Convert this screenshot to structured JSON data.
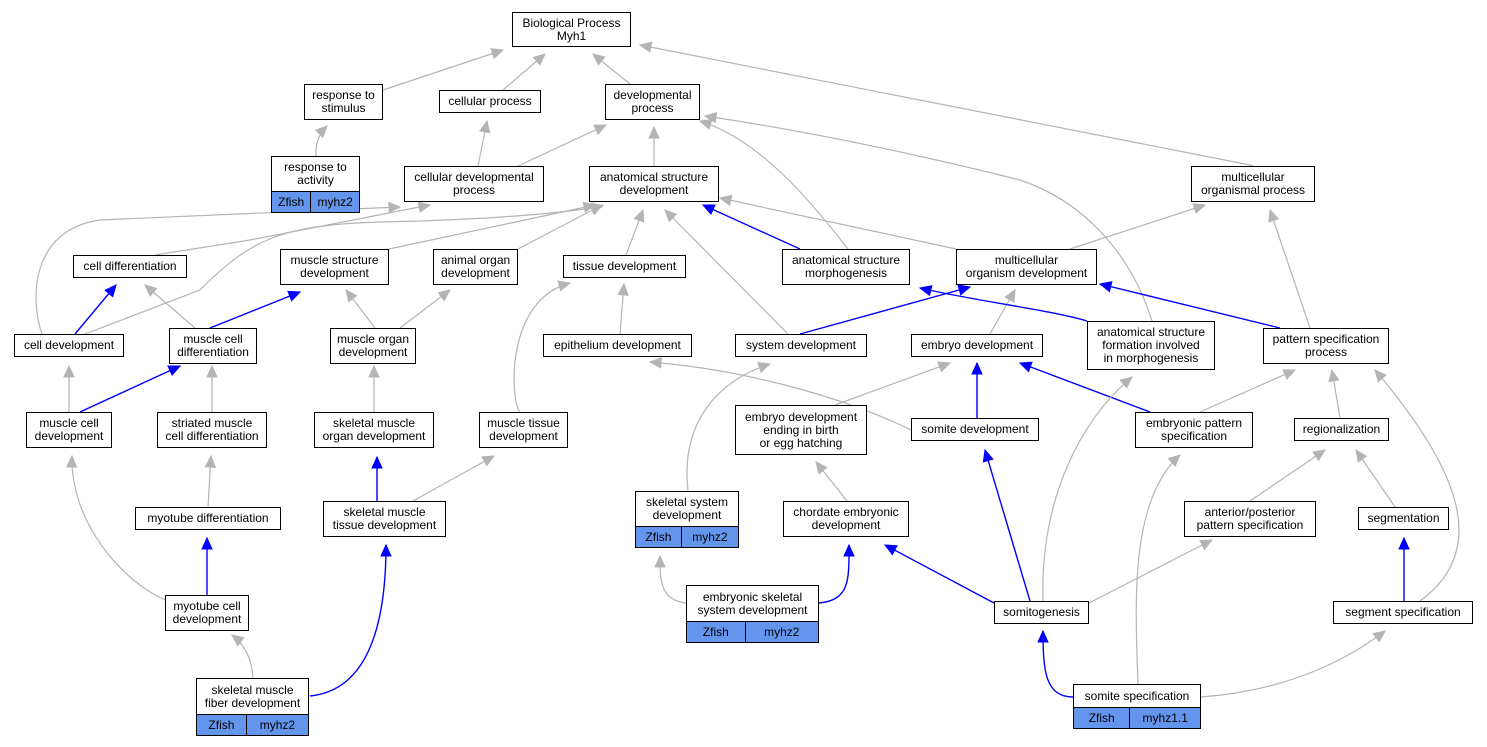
{
  "nodes": [
    {
      "id": "bp",
      "label": "Biological Process\nMyh1"
    },
    {
      "id": "rts",
      "label": "response to\nstimulus"
    },
    {
      "id": "cp",
      "label": "cellular process"
    },
    {
      "id": "dp",
      "label": "developmental\nprocess"
    },
    {
      "id": "rta",
      "label": "response to\nactivity",
      "annotations": [
        "Zfish",
        "myhz2"
      ]
    },
    {
      "id": "cdp",
      "label": "cellular developmental\nprocess"
    },
    {
      "id": "asd",
      "label": "anatomical structure\ndevelopment"
    },
    {
      "id": "mop",
      "label": "multicellular\norganismal process"
    },
    {
      "id": "cdiff",
      "label": "cell differentiation"
    },
    {
      "id": "msd",
      "label": "muscle structure\ndevelopment"
    },
    {
      "id": "aod",
      "label": "animal organ\ndevelopment"
    },
    {
      "id": "td",
      "label": "tissue development"
    },
    {
      "id": "asm",
      "label": "anatomical structure\nmorphogenesis"
    },
    {
      "id": "mod",
      "label": "multicellular\norganism development"
    },
    {
      "id": "cdev",
      "label": "cell development"
    },
    {
      "id": "mcd",
      "label": "muscle cell\ndifferentiation"
    },
    {
      "id": "mod2",
      "label": "muscle organ\ndevelopment"
    },
    {
      "id": "epd",
      "label": "epithelium development"
    },
    {
      "id": "sd",
      "label": "system development"
    },
    {
      "id": "ed",
      "label": "embryo development"
    },
    {
      "id": "asfm",
      "label": "anatomical structure\nformation involved\nin morphogenesis"
    },
    {
      "id": "psp",
      "label": "pattern specification\nprocess"
    },
    {
      "id": "mcdev",
      "label": "muscle cell\ndevelopment"
    },
    {
      "id": "smcd",
      "label": "striated muscle\ncell differentiation"
    },
    {
      "id": "smod",
      "label": "skeletal muscle\norgan development"
    },
    {
      "id": "mtd",
      "label": "muscle tissue\ndevelopment"
    },
    {
      "id": "edeb",
      "label": "embryo development\nending in birth\nor egg hatching"
    },
    {
      "id": "somd",
      "label": "somite development"
    },
    {
      "id": "eps",
      "label": "embryonic pattern\nspecification"
    },
    {
      "id": "reg",
      "label": "regionalization"
    },
    {
      "id": "myod",
      "label": "myotube differentiation"
    },
    {
      "id": "smtd",
      "label": "skeletal muscle\ntissue development"
    },
    {
      "id": "ssd",
      "label": "skeletal system\ndevelopment",
      "annotations": [
        "Zfish",
        "myhz2"
      ]
    },
    {
      "id": "ced",
      "label": "chordate embryonic\ndevelopment"
    },
    {
      "id": "apps",
      "label": "anterior/posterior\npattern specification"
    },
    {
      "id": "seg",
      "label": "segmentation"
    },
    {
      "id": "mcdv",
      "label": "myotube cell\ndevelopment"
    },
    {
      "id": "essd",
      "label": "embryonic skeletal\nsystem development",
      "annotations": [
        "Zfish",
        "myhz2"
      ]
    },
    {
      "id": "somg",
      "label": "somitogenesis"
    },
    {
      "id": "segs",
      "label": "segment specification"
    },
    {
      "id": "smfd",
      "label": "skeletal muscle\nfiber development",
      "annotations": [
        "Zfish",
        "myhz2"
      ]
    },
    {
      "id": "soms",
      "label": "somite specification",
      "annotations": [
        "Zfish",
        "myhz1.1"
      ]
    }
  ],
  "edges": [
    {
      "from": "rts",
      "to": "bp",
      "type": "is_a"
    },
    {
      "from": "cp",
      "to": "bp",
      "type": "is_a"
    },
    {
      "from": "dp",
      "to": "bp",
      "type": "is_a"
    },
    {
      "from": "mop",
      "to": "bp",
      "type": "is_a"
    },
    {
      "from": "rta",
      "to": "rts",
      "type": "is_a"
    },
    {
      "from": "cdp",
      "to": "cp",
      "type": "is_a"
    },
    {
      "from": "cdp",
      "to": "dp",
      "type": "is_a"
    },
    {
      "from": "asd",
      "to": "dp",
      "type": "is_a"
    },
    {
      "from": "asm",
      "to": "dp",
      "type": "is_a"
    },
    {
      "from": "asfm",
      "to": "dp",
      "type": "is_a"
    },
    {
      "from": "cdiff",
      "to": "cdp",
      "type": "is_a"
    },
    {
      "from": "cdev",
      "to": "cdp",
      "type": "is_a"
    },
    {
      "from": "msd",
      "to": "asd",
      "type": "is_a"
    },
    {
      "from": "aod",
      "to": "asd",
      "type": "is_a"
    },
    {
      "from": "td",
      "to": "asd",
      "type": "is_a"
    },
    {
      "from": "sd",
      "to": "asd",
      "type": "is_a"
    },
    {
      "from": "mod",
      "to": "asd",
      "type": "is_a"
    },
    {
      "from": "cdev",
      "to": "asd",
      "type": "is_a"
    },
    {
      "from": "asm",
      "to": "asd",
      "type": "part_of"
    },
    {
      "from": "mod",
      "to": "mop",
      "type": "is_a"
    },
    {
      "from": "psp",
      "to": "mop",
      "type": "is_a"
    },
    {
      "from": "cdev",
      "to": "cdiff",
      "type": "part_of"
    },
    {
      "from": "mcd",
      "to": "cdiff",
      "type": "is_a"
    },
    {
      "from": "mcd",
      "to": "msd",
      "type": "part_of"
    },
    {
      "from": "mod2",
      "to": "msd",
      "type": "is_a"
    },
    {
      "from": "mod2",
      "to": "aod",
      "type": "is_a"
    },
    {
      "from": "epd",
      "to": "td",
      "type": "is_a"
    },
    {
      "from": "mtd",
      "to": "td",
      "type": "is_a"
    },
    {
      "from": "sd",
      "to": "mod",
      "type": "part_of"
    },
    {
      "from": "ed",
      "to": "mod",
      "type": "is_a"
    },
    {
      "from": "asfm",
      "to": "asm",
      "type": "part_of"
    },
    {
      "from": "psp",
      "to": "mod",
      "type": "part_of"
    },
    {
      "from": "mcdev",
      "to": "cdev",
      "type": "is_a"
    },
    {
      "from": "mcdev",
      "to": "mcd",
      "type": "part_of"
    },
    {
      "from": "smcd",
      "to": "mcd",
      "type": "is_a"
    },
    {
      "from": "smod",
      "to": "mod2",
      "type": "is_a"
    },
    {
      "from": "somd",
      "to": "epd",
      "type": "is_a"
    },
    {
      "from": "ssd",
      "to": "sd",
      "type": "is_a"
    },
    {
      "from": "edeb",
      "to": "ed",
      "type": "is_a"
    },
    {
      "from": "somd",
      "to": "ed",
      "type": "part_of"
    },
    {
      "from": "eps",
      "to": "ed",
      "type": "part_of"
    },
    {
      "from": "somg",
      "to": "asfm",
      "type": "is_a"
    },
    {
      "from": "eps",
      "to": "psp",
      "type": "is_a"
    },
    {
      "from": "reg",
      "to": "psp",
      "type": "is_a"
    },
    {
      "from": "segs",
      "to": "psp",
      "type": "is_a"
    },
    {
      "from": "mcdv",
      "to": "mcdev",
      "type": "is_a"
    },
    {
      "from": "myod",
      "to": "smcd",
      "type": "is_a"
    },
    {
      "from": "smtd",
      "to": "smod",
      "type": "part_of"
    },
    {
      "from": "smtd",
      "to": "mtd",
      "type": "is_a"
    },
    {
      "from": "ced",
      "to": "edeb",
      "type": "is_a"
    },
    {
      "from": "somg",
      "to": "somd",
      "type": "part_of"
    },
    {
      "from": "soms",
      "to": "eps",
      "type": "is_a"
    },
    {
      "from": "apps",
      "to": "reg",
      "type": "is_a"
    },
    {
      "from": "seg",
      "to": "reg",
      "type": "is_a"
    },
    {
      "from": "mcdv",
      "to": "myod",
      "type": "part_of"
    },
    {
      "from": "smfd",
      "to": "smtd",
      "type": "part_of"
    },
    {
      "from": "essd",
      "to": "ssd",
      "type": "is_a"
    },
    {
      "from": "essd",
      "to": "ced",
      "type": "part_of"
    },
    {
      "from": "somg",
      "to": "ced",
      "type": "part_of"
    },
    {
      "from": "somg",
      "to": "apps",
      "type": "is_a"
    },
    {
      "from": "segs",
      "to": "seg",
      "type": "part_of"
    },
    {
      "from": "smfd",
      "to": "mcdv",
      "type": "is_a"
    },
    {
      "from": "soms",
      "to": "somg",
      "type": "part_of"
    },
    {
      "from": "soms",
      "to": "segs",
      "type": "is_a"
    }
  ],
  "colors": {
    "is_a": "#b4b4b4",
    "part_of": "#0000ff",
    "annotation_fill": "#6495ed"
  }
}
